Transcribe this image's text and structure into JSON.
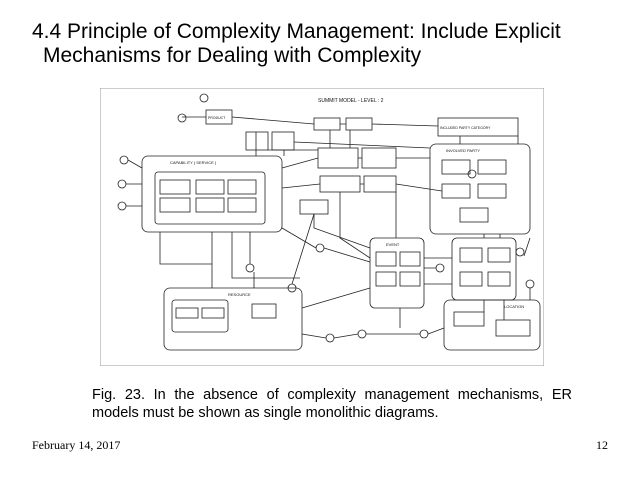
{
  "slide": {
    "title_line1": "4.4 Principle of Complexity Management: Include Explicit",
    "title_line2": "Mechanisms for Dealing with Complexity",
    "figure": {
      "header_text": "SUMMIT MODEL - LEVEL : 2",
      "box_labels": {
        "capability": "CAPABILITY ( SERVICE )",
        "involved_party": "INVOLVED PARTY",
        "event": "EVENT",
        "resource": "RESOURCE",
        "location": "LOCATION",
        "included_party_category": "INCLUDED PARTY CATEGORY",
        "product": "PRODUCT"
      }
    },
    "caption": "Fig. 23. In the absence of complexity management mechanisms, ER models must be shown as single monolithic diagrams.",
    "date": "February 14, 2017",
    "page_number": "12"
  }
}
